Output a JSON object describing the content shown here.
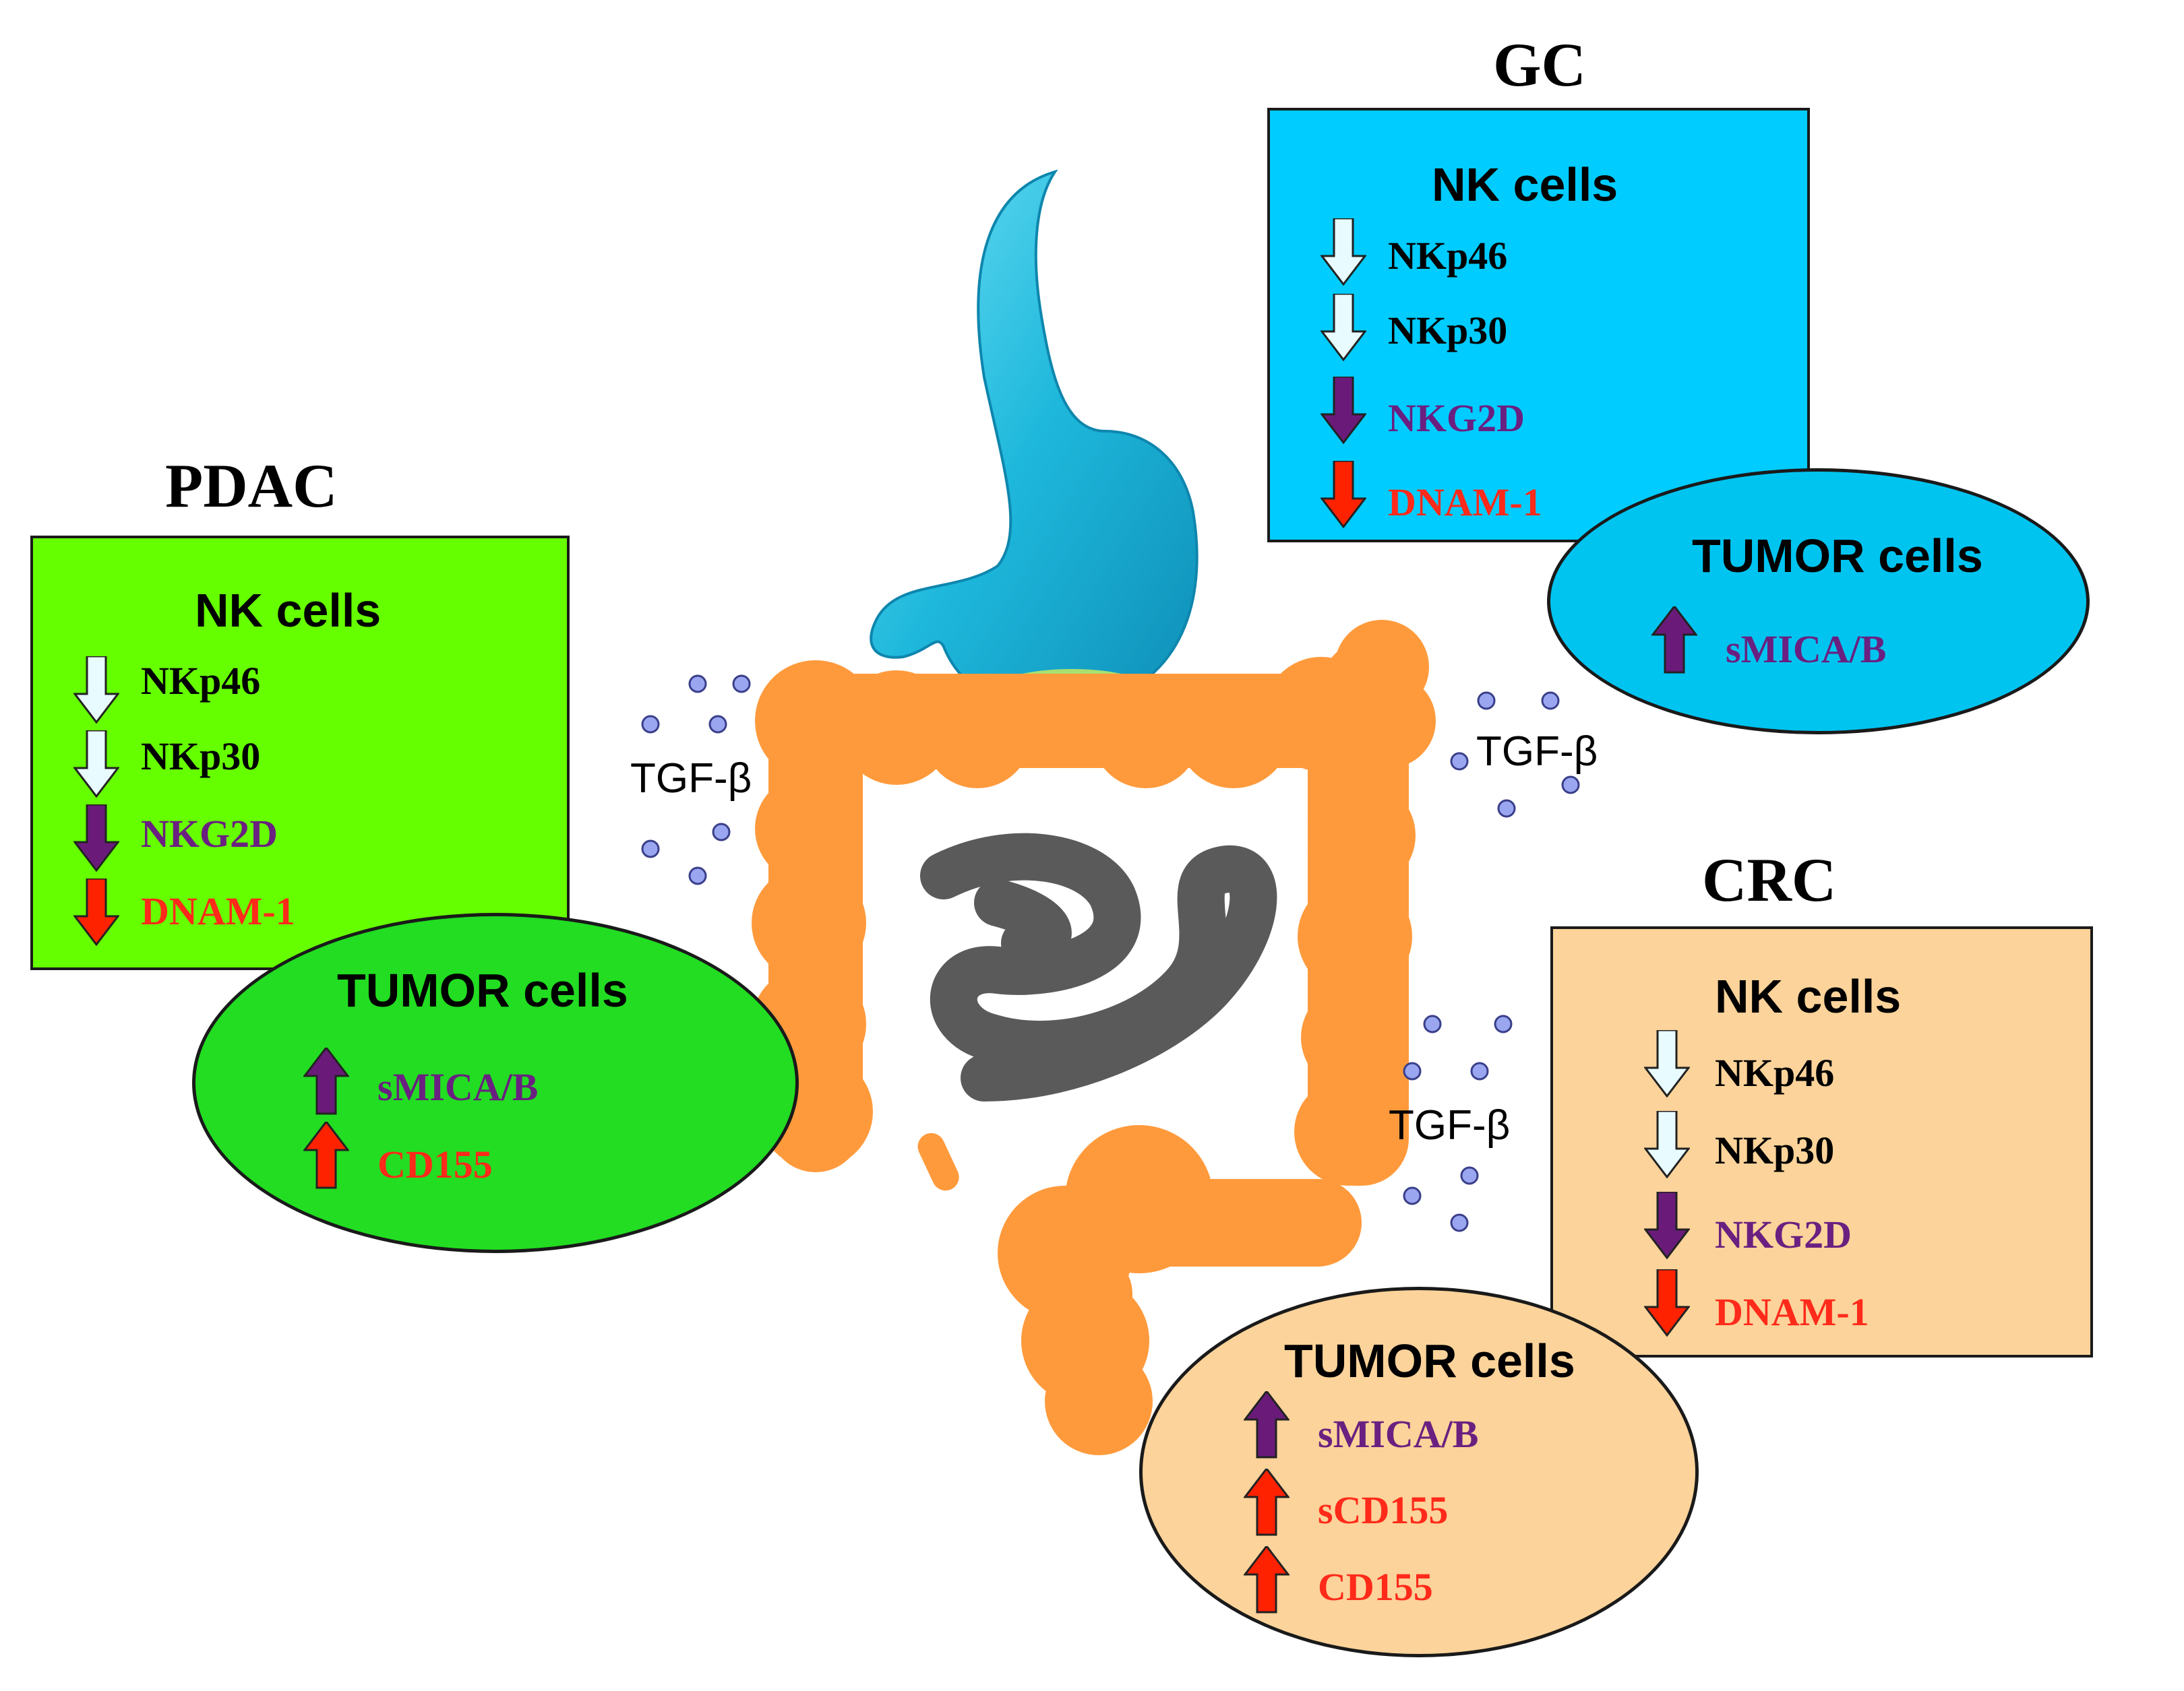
{
  "colors": {
    "pdac_box": "#66ff00",
    "pdac_ellipse": "#22dd22",
    "gc_box": "#00ccff",
    "gc_ellipse": "#00c4f0",
    "crc_box": "#fcd39a",
    "crc_ellipse": "#fcd39a",
    "marker_black": "#000000",
    "marker_purple": "#6a2080",
    "marker_red": "#ff2a1a",
    "arrow_light": "#e8fbff",
    "arrow_purple": "#6a1b7a",
    "arrow_red": "#ff2200",
    "colon": "#ff9a3c",
    "small_intestine": "#5a5a5a",
    "stomach": "#1eb8dc",
    "pancreas": "#a8e070",
    "tgf_dot": "#9aa6f0"
  },
  "pdac": {
    "heading": "PDAC",
    "nk_title": "NK cells",
    "nk_markers": [
      {
        "label": "NKp46",
        "arrow": "down",
        "arrow_style": "light-down-arrow",
        "color": "black"
      },
      {
        "label": "NKp30",
        "arrow": "down",
        "arrow_style": "light-down-arrow",
        "color": "black"
      },
      {
        "label": "NKG2D",
        "arrow": "down",
        "arrow_style": "purple-down-arrow",
        "color": "purple"
      },
      {
        "label": "DNAM-1",
        "arrow": "down",
        "arrow_style": "red-down-arrow",
        "color": "red"
      }
    ],
    "tumor_title": "TUMOR cells",
    "tumor_markers": [
      {
        "label": "sMICA/B",
        "arrow": "up",
        "arrow_style": "purple-up-arrow",
        "color": "purple"
      },
      {
        "label": "CD155",
        "arrow": "up",
        "arrow_style": "red-up-arrow",
        "color": "red"
      }
    ]
  },
  "gc": {
    "heading": "GC",
    "nk_title": "NK cells",
    "nk_markers": [
      {
        "label": "NKp46",
        "arrow": "down",
        "arrow_style": "light-down-arrow",
        "color": "black"
      },
      {
        "label": "NKp30",
        "arrow": "down",
        "arrow_style": "light-down-arrow",
        "color": "black"
      },
      {
        "label": "NKG2D",
        "arrow": "down",
        "arrow_style": "purple-down-arrow",
        "color": "purple"
      },
      {
        "label": "DNAM-1",
        "arrow": "down",
        "arrow_style": "red-down-arrow",
        "color": "red"
      }
    ],
    "tumor_title": "TUMOR cells",
    "tumor_markers": [
      {
        "label": "sMICA/B",
        "arrow": "up",
        "arrow_style": "purple-up-arrow",
        "color": "purple"
      }
    ]
  },
  "crc": {
    "heading": "CRC",
    "nk_title": "NK cells",
    "nk_markers": [
      {
        "label": "NKp46",
        "arrow": "down",
        "arrow_style": "light-down-arrow",
        "color": "black"
      },
      {
        "label": "NKp30",
        "arrow": "down",
        "arrow_style": "light-down-arrow",
        "color": "black"
      },
      {
        "label": "NKG2D",
        "arrow": "down",
        "arrow_style": "purple-down-arrow",
        "color": "purple"
      },
      {
        "label": "DNAM-1",
        "arrow": "down",
        "arrow_style": "red-down-arrow",
        "color": "red"
      }
    ],
    "tumor_title": "TUMOR cells",
    "tumor_markers": [
      {
        "label": "sMICA/B",
        "arrow": "up",
        "arrow_style": "purple-up-arrow",
        "color": "purple"
      },
      {
        "label": "sCD155",
        "arrow": "up",
        "arrow_style": "red-up-arrow",
        "color": "red"
      },
      {
        "label": "CD155",
        "arrow": "up",
        "arrow_style": "red-up-arrow",
        "color": "red"
      }
    ]
  },
  "tgf_labels": [
    "TGF-β",
    "TGF-β",
    "TGF-β"
  ],
  "organs": {
    "stomach": "stomach-illustration",
    "colon": "colon-illustration",
    "small_intestine": "small-intestine-illustration",
    "pancreas": "pancreas-illustration"
  }
}
